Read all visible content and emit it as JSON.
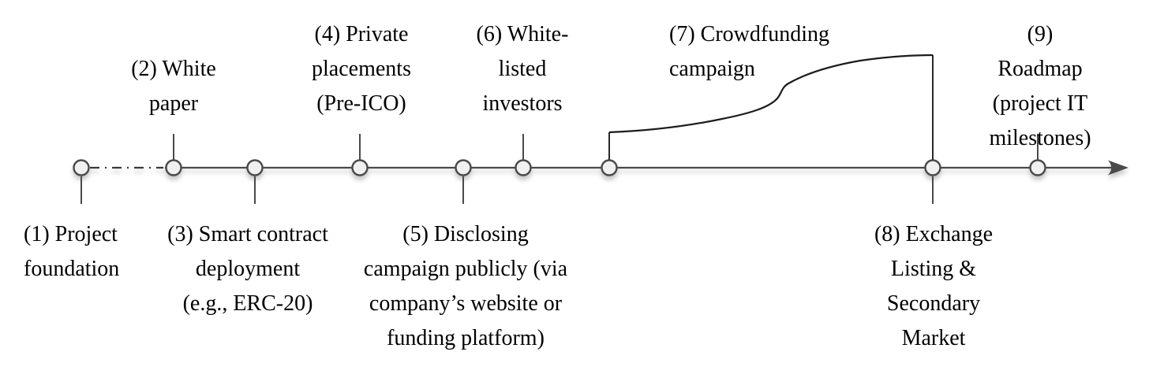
{
  "timeline": {
    "kind": "process-timeline",
    "milestones": [
      {
        "num": "1",
        "label": "(1) Project\nfoundation",
        "side": "below"
      },
      {
        "num": "2",
        "label": "(2) White\npaper",
        "side": "above"
      },
      {
        "num": "3",
        "label": "(3) Smart contract\ndeployment\n(e.g., ERC-20)",
        "side": "below"
      },
      {
        "num": "4",
        "label": "(4) Private\nplacements\n(Pre-ICO)",
        "side": "above"
      },
      {
        "num": "5",
        "label": "(5) Disclosing\ncampaign publicly (via\ncompany’s website or\nfunding platform)",
        "side": "below"
      },
      {
        "num": "6",
        "label": "(6) White-\nlisted\ninvestors",
        "side": "above"
      },
      {
        "num": "7",
        "label": "(7) Crowdfunding\ncampaign",
        "side": "above"
      },
      {
        "num": "8",
        "label": "(8) Exchange\nListing &\nSecondary\nMarket",
        "side": "below"
      },
      {
        "num": "9",
        "label": "(9) Roadmap\n(project IT\nmilestones)",
        "side": "above"
      }
    ],
    "icons": {
      "arrowhead": "right-arrowhead-icon",
      "nodes": "milestone-node-circle"
    },
    "colors": {
      "background": "#ffffff",
      "axis": "#4a4a4a",
      "dashdot": "#3a3a3a",
      "curve": "#1c1c1c",
      "node_fill": "#f0f0f0",
      "node_stroke": "#4a4a4a",
      "text": "#000000"
    }
  }
}
